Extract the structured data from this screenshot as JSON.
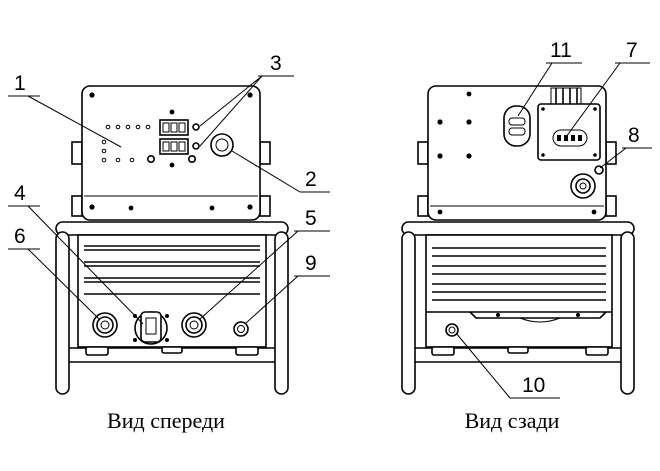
{
  "diagram": {
    "captions": {
      "front": "Вид спереди",
      "rear": "Вид сзади"
    },
    "callouts": {
      "c1": "1",
      "c2": "2",
      "c3": "3",
      "c4": "4",
      "c5": "5",
      "c6": "6",
      "c7": "7",
      "c8": "8",
      "c9": "9",
      "c10": "10",
      "c11": "11"
    }
  }
}
